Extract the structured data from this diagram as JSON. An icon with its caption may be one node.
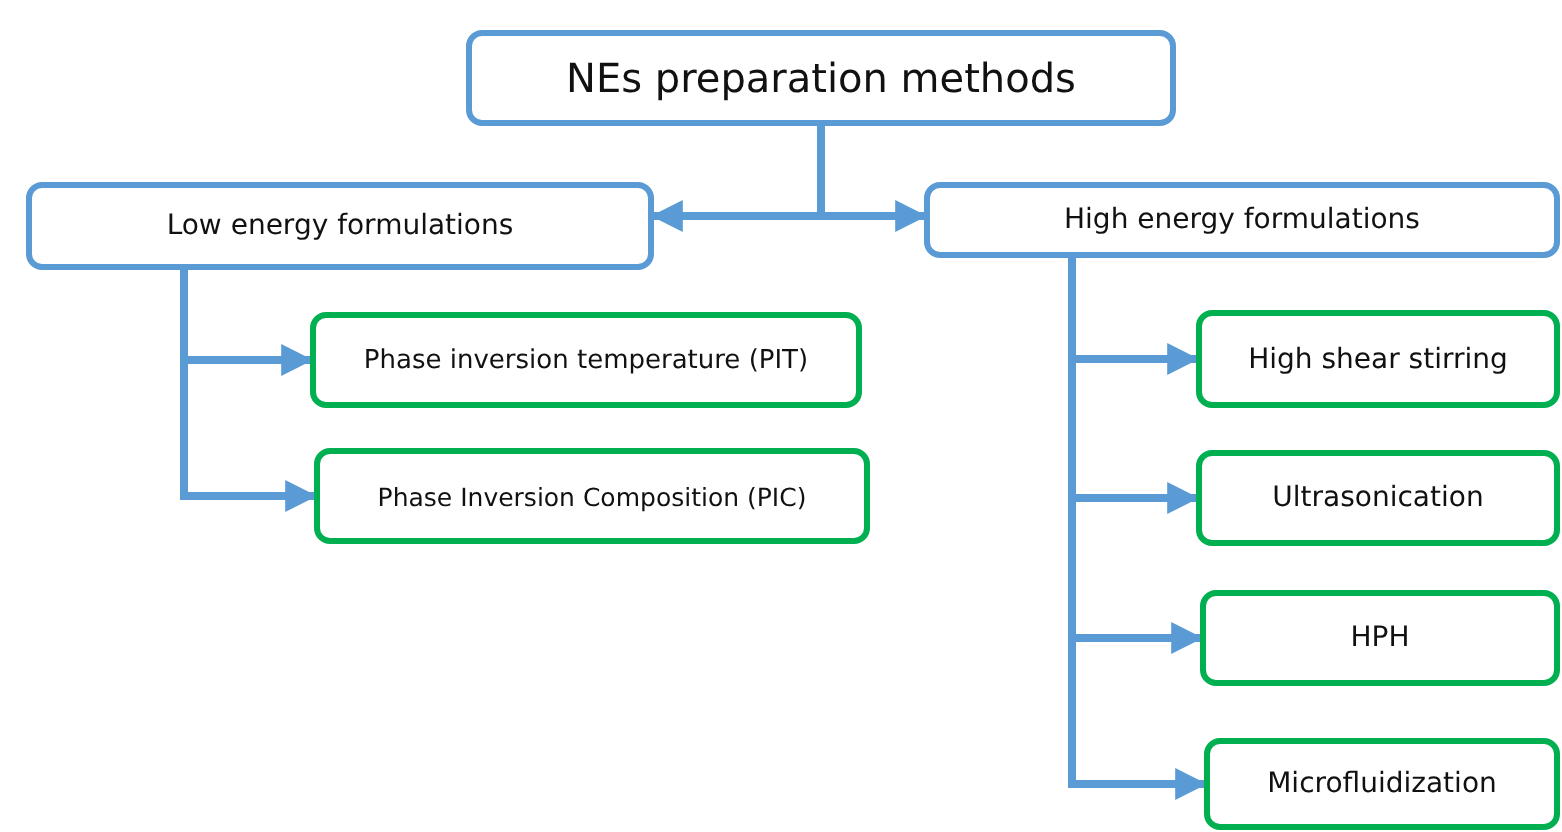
{
  "diagram": {
    "nodes": [
      {
        "text": [
          "NEs preparation methods"
        ]
      },
      {
        "text": [
          "Low energy formulations"
        ]
      },
      {
        "text": [
          "High energy formulations"
        ]
      },
      {
        "text": [
          "Phase inversion temperature (PIT)"
        ]
      },
      {
        "text": [
          "Phase Inversion Composition (PIC)"
        ]
      },
      {
        "text": [
          "High shear stirring"
        ]
      },
      {
        "text": [
          "Ultrasonication"
        ]
      },
      {
        "text": [
          "HPH"
        ]
      },
      {
        "text": [
          "Microfluidization"
        ]
      }
    ],
    "edges": [
      {
        "from": 0,
        "to": 1,
        "arrow": "to"
      },
      {
        "from": 0,
        "to": 2,
        "arrow": "to"
      },
      {
        "from": 1,
        "to": 3,
        "arrow": "to"
      },
      {
        "from": 1,
        "to": 4,
        "arrow": "to"
      },
      {
        "from": 2,
        "to": 5,
        "arrow": "to"
      },
      {
        "from": 2,
        "to": 6,
        "arrow": "to"
      },
      {
        "from": 2,
        "to": 7,
        "arrow": "to"
      },
      {
        "from": 2,
        "to": 8,
        "arrow": "to"
      }
    ]
  }
}
